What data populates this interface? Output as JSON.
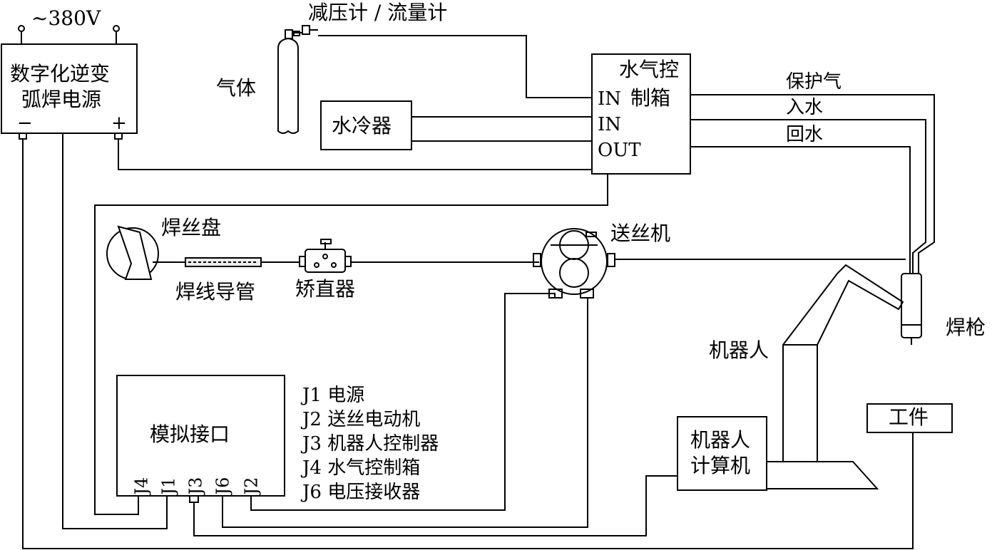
{
  "diagram": {
    "supply_voltage": "~380V",
    "power_source": {
      "line1": "数字化逆变",
      "line2": "弧焊电源",
      "minus": "−",
      "plus": "+"
    },
    "gas_meter_label": "减压计 / 流量计",
    "gas_label": "气体",
    "water_cooler": "水冷器",
    "control_box": {
      "title_line1": "水气控",
      "title_line2": "制箱",
      "in1": "IN",
      "in2": "IN",
      "out": "OUT"
    },
    "lines_out": {
      "shield_gas": "保护气",
      "water_in": "入水",
      "water_return": "回水"
    },
    "wire_spool": "焊丝盘",
    "wire_conduit": "焊线导管",
    "straightener": "矫直器",
    "wire_feeder": "送丝机",
    "torch": "焊枪",
    "robot": "机器人",
    "robot_computer": {
      "line1": "机器人",
      "line2": "计算机"
    },
    "workpiece": "工件",
    "analog_interface": {
      "title": "模拟接口",
      "ports": [
        "J4",
        "J1",
        "J3",
        "J6",
        "J2"
      ]
    },
    "legend": [
      "J1 电源",
      "J2 送丝电动机",
      "J3 机器人控制器",
      "J4 水气控制箱",
      "J6 电压接收器"
    ]
  }
}
